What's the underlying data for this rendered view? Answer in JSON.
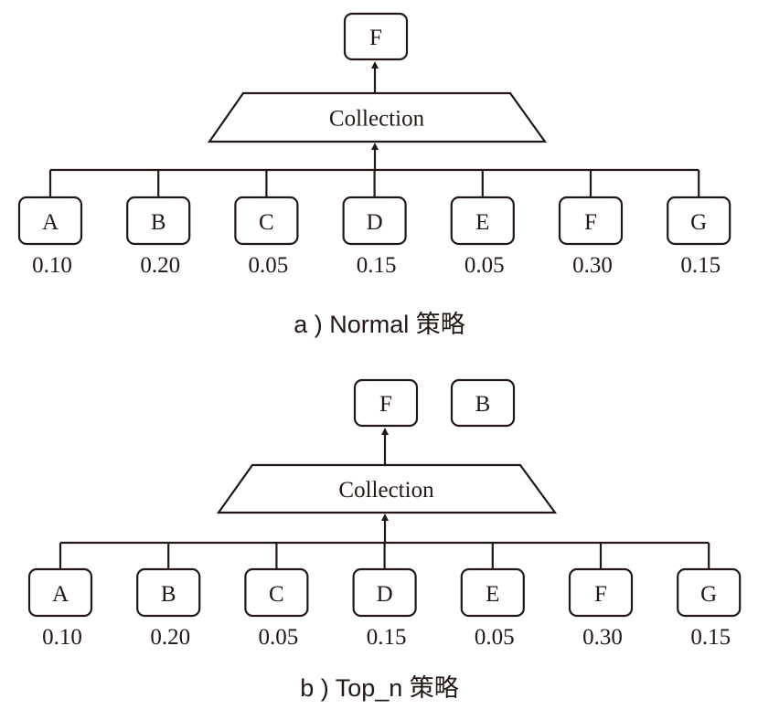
{
  "colors": {
    "stroke": "#231815",
    "background": "#ffffff"
  },
  "diagrams": [
    {
      "caption": "a ) Normal 策略",
      "collector_label": "Collection",
      "outputs": [
        "F"
      ],
      "inputs": [
        {
          "label": "A",
          "value": "0.10"
        },
        {
          "label": "B",
          "value": "0.20"
        },
        {
          "label": "C",
          "value": "0.05"
        },
        {
          "label": "D",
          "value": "0.15"
        },
        {
          "label": "E",
          "value": "0.05"
        },
        {
          "label": "F",
          "value": "0.30"
        },
        {
          "label": "G",
          "value": "0.15"
        }
      ]
    },
    {
      "caption": "b ) Top_n 策略",
      "collector_label": "Collection",
      "outputs": [
        "F",
        "B"
      ],
      "inputs": [
        {
          "label": "A",
          "value": "0.10"
        },
        {
          "label": "B",
          "value": "0.20"
        },
        {
          "label": "C",
          "value": "0.05"
        },
        {
          "label": "D",
          "value": "0.15"
        },
        {
          "label": "E",
          "value": "0.05"
        },
        {
          "label": "F",
          "value": "0.30"
        },
        {
          "label": "G",
          "value": "0.15"
        }
      ]
    }
  ]
}
